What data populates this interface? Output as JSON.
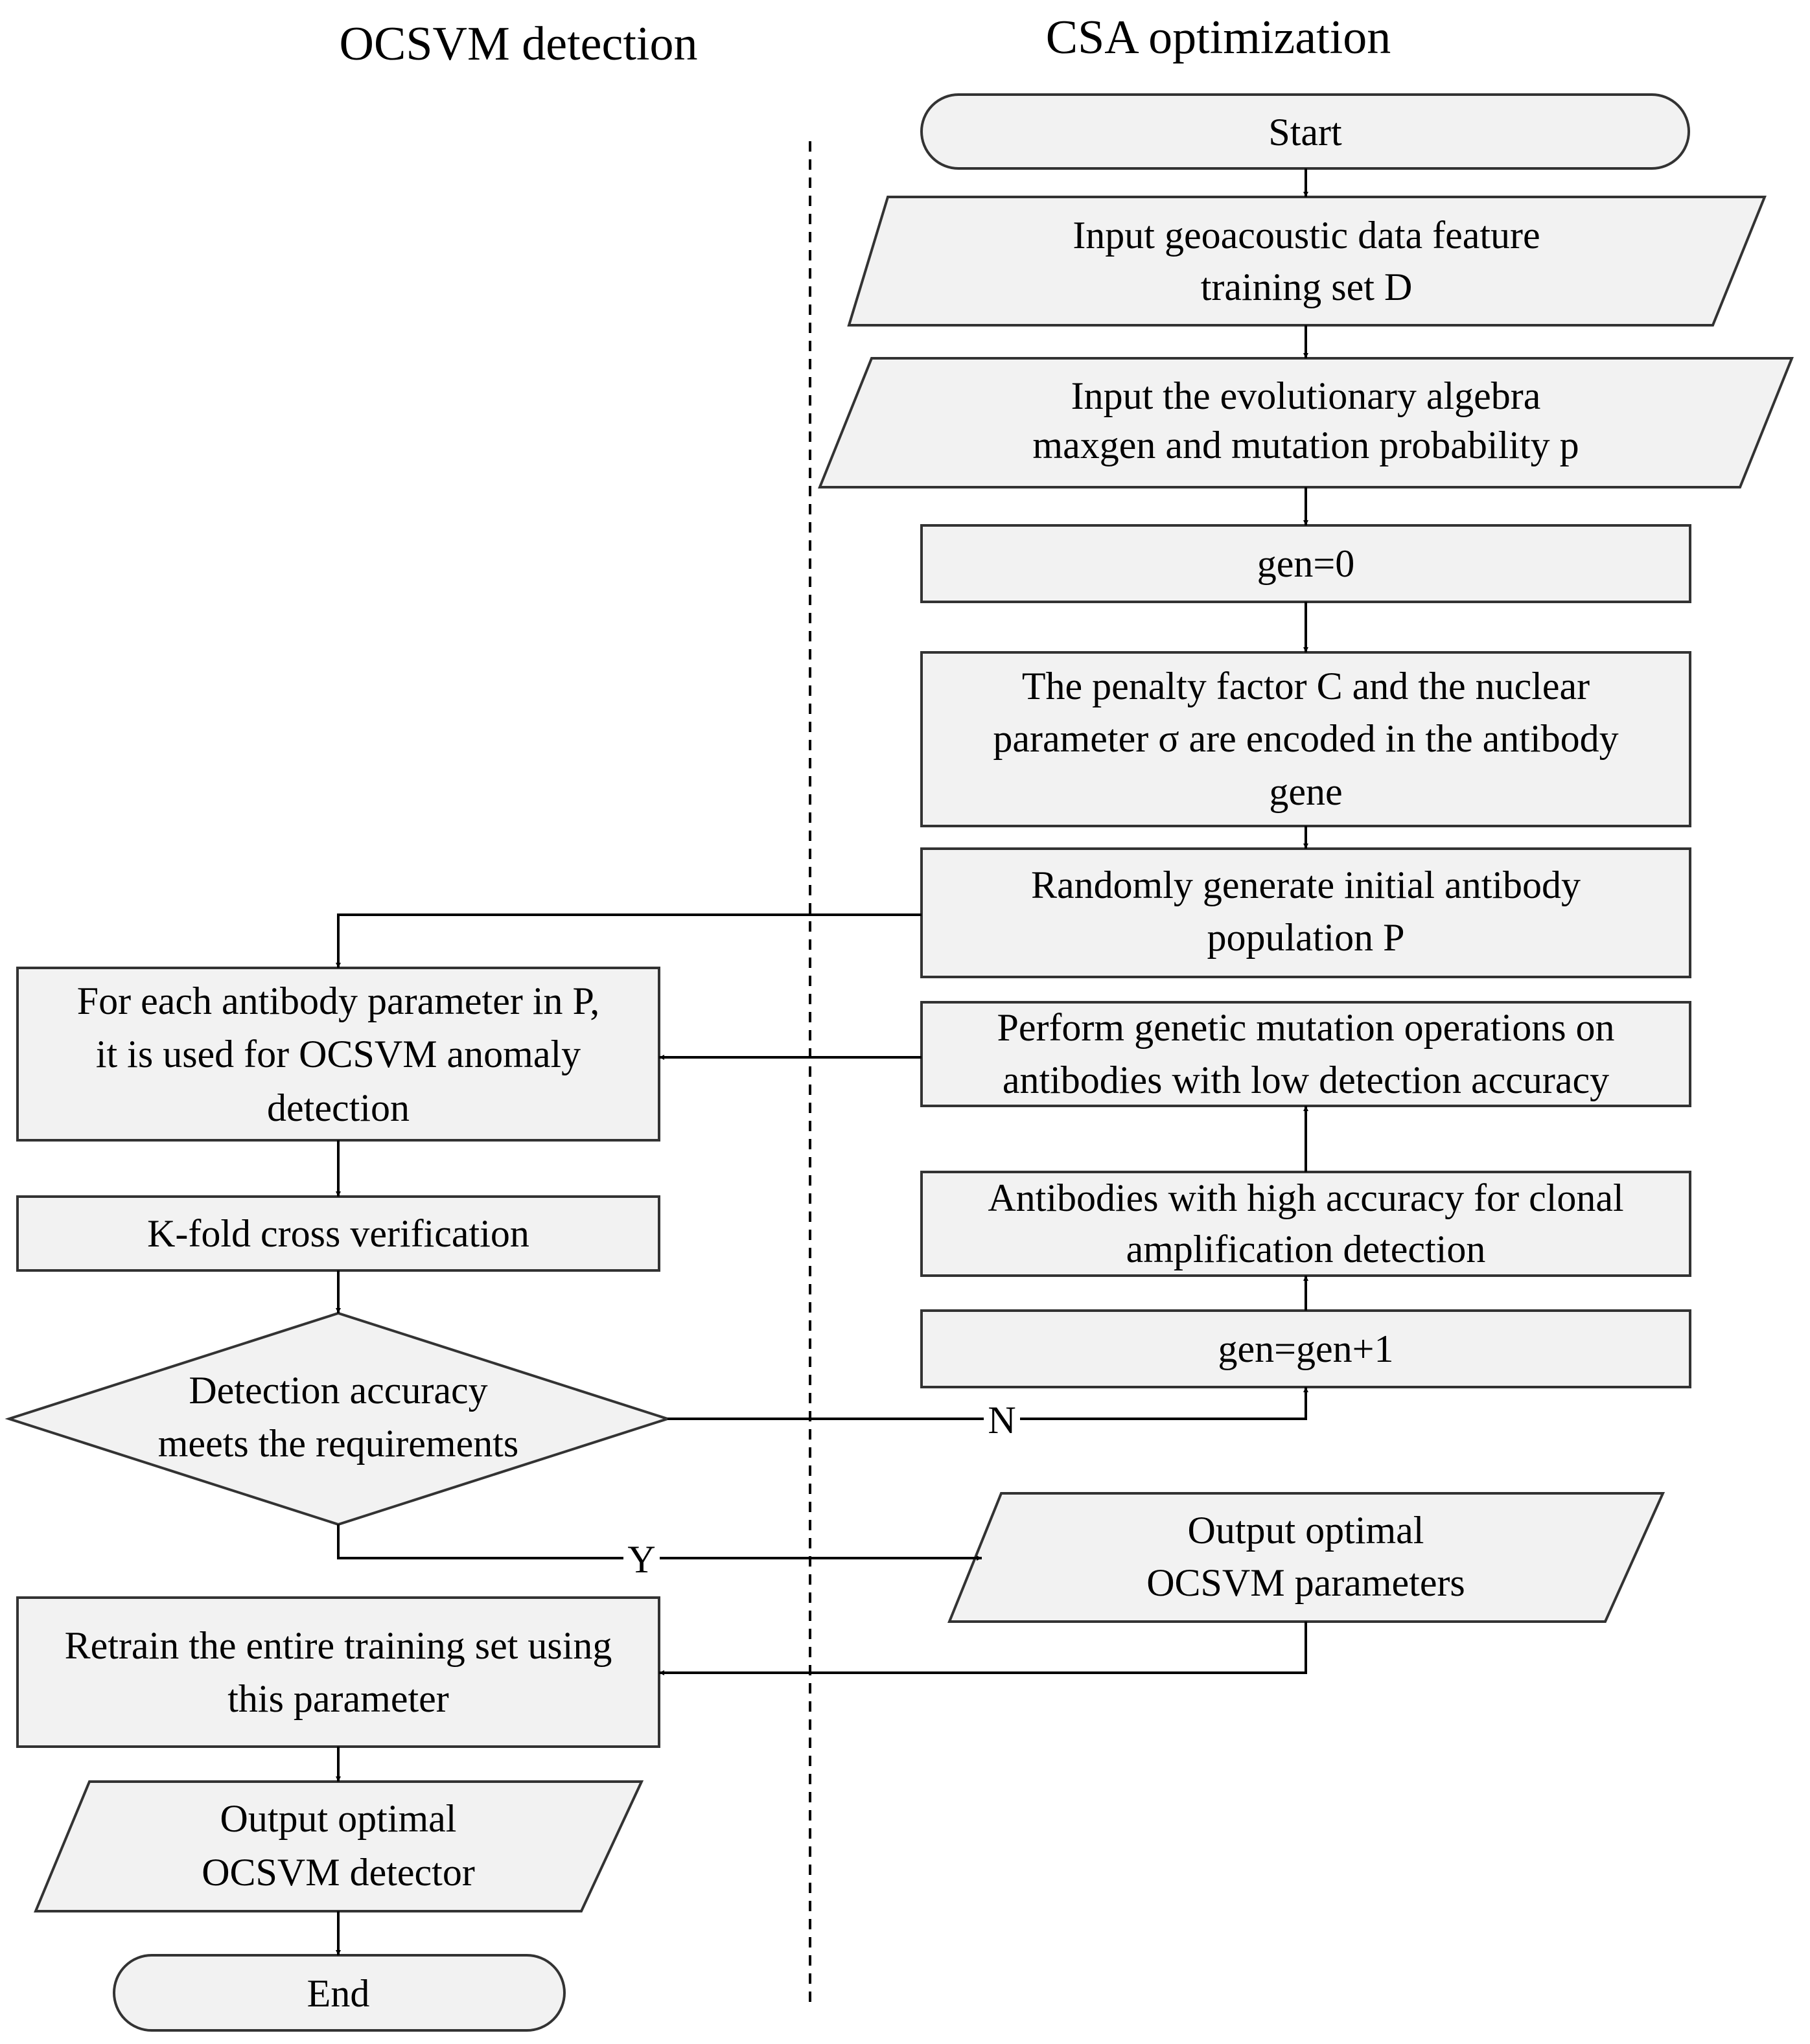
{
  "headings": {
    "left": "OCSVM detection",
    "right": "CSA optimization"
  },
  "nodes": {
    "start": "Start",
    "input_data": [
      "Input geoacoustic data feature",
      "training set D"
    ],
    "input_params": [
      "Input the evolutionary algebra",
      "maxgen and mutation probability p"
    ],
    "gen_init": "gen=0",
    "encode": [
      "The penalty factor C and the nuclear",
      "parameter σ are encoded in the antibody",
      "gene"
    ],
    "random_pop": [
      "Randomly generate initial antibody",
      "population P"
    ],
    "mutation": [
      "Perform genetic mutation operations on",
      "antibodies with low detection accuracy"
    ],
    "clonal": [
      "Antibodies with high accuracy for clonal",
      "amplification detection"
    ],
    "gen_inc": "gen=gen+1",
    "each_antibody": [
      "For each antibody parameter in P,",
      "it is used for OCSVM anomaly",
      "detection"
    ],
    "kfold": "K-fold cross verification",
    "decision": [
      "Detection accuracy",
      "meets the requirements"
    ],
    "output_params": [
      "Output optimal",
      "OCSVM parameters"
    ],
    "retrain": [
      "Retrain the entire training set using",
      "this parameter"
    ],
    "output_detector": [
      "Output optimal",
      "OCSVM detector"
    ],
    "end": "End"
  },
  "edge_labels": {
    "no": "N",
    "yes": "Y"
  }
}
